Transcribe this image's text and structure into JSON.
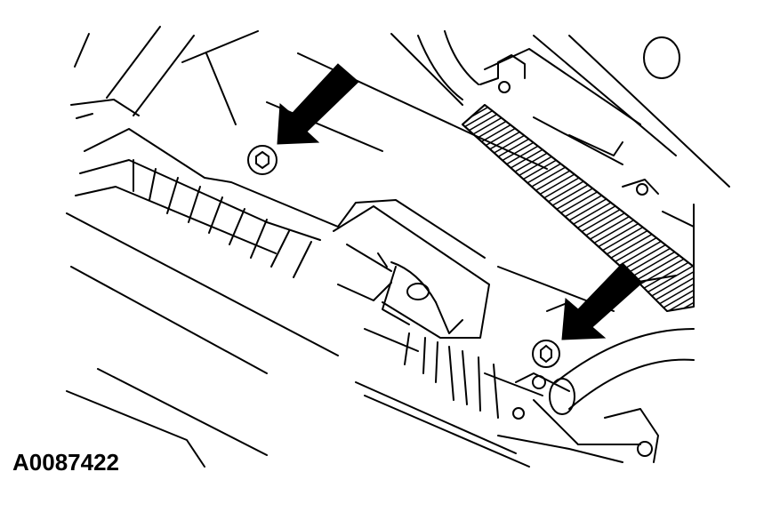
{
  "figure": {
    "id_label": "A0087422",
    "line_color": "#000000",
    "background": "#ffffff",
    "callouts": [
      {
        "name": "arrow-upper",
        "points_to": "fastener-left"
      },
      {
        "name": "arrow-lower",
        "points_to": "fastener-right"
      }
    ]
  }
}
